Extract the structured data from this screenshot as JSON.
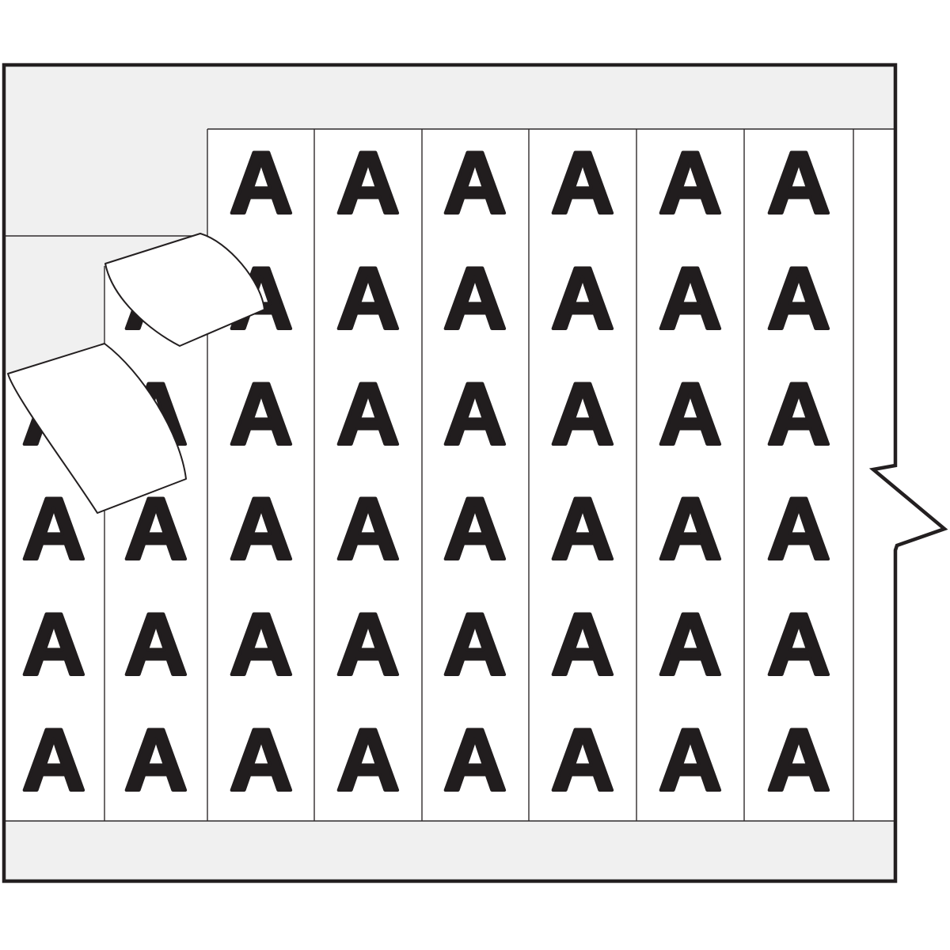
{
  "illustration": {
    "description": "Wire marker card with repeating letter labels; two labels peeling off at top left; arrow tab cut on right edge",
    "label_count_visible": 45
  },
  "marker": {
    "letter": "A"
  },
  "grid": {
    "columns": 8,
    "rows": 6,
    "column_centers": [
      68,
      197,
      330,
      465,
      600,
      736,
      872,
      1009
    ],
    "row_baselines": [
      269,
      415,
      561,
      706,
      852,
      998
    ],
    "hidden_cells": [
      [
        0,
        0
      ],
      [
        0,
        1
      ],
      [
        1,
        0
      ]
    ]
  },
  "colors": {
    "page_bg": "#ffffff",
    "liner_gray": "#f0f0f0",
    "label_white": "#ffffff",
    "ink_black": "#211d1e",
    "outline_black": "#231f20",
    "thin_line": "#2f2b2c"
  }
}
